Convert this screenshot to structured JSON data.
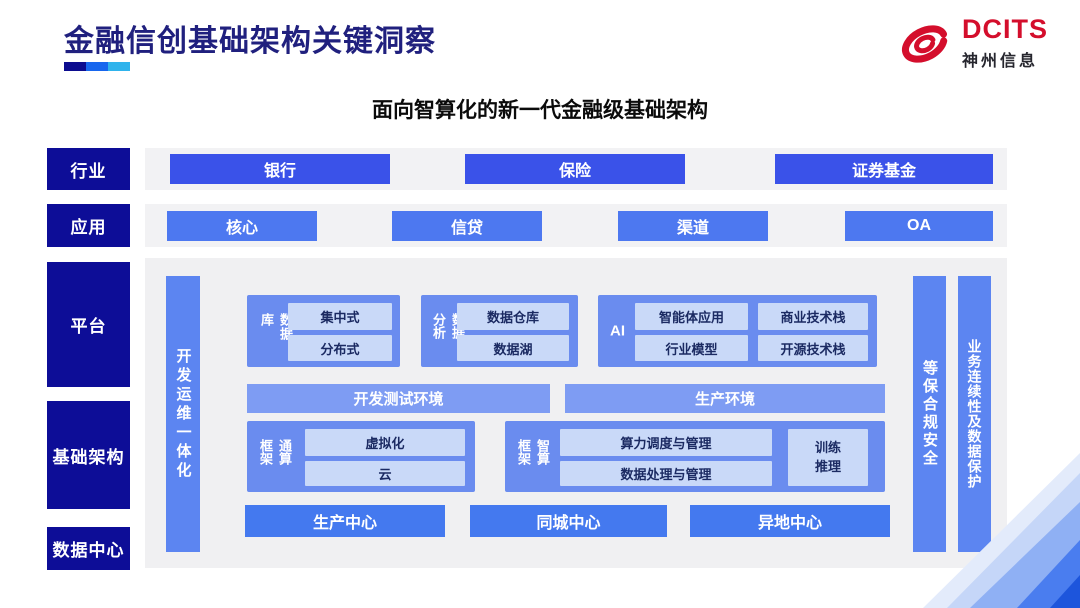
{
  "header": {
    "title": "金融信创基础架构关键洞察",
    "logo": {
      "brand": "DCITS",
      "company": "神州信息"
    }
  },
  "subtitle": "面向智算化的新一代金融级基础架构",
  "sidebar": {
    "items": [
      {
        "label": "行业"
      },
      {
        "label": "应用"
      },
      {
        "label": "平台"
      },
      {
        "label": "基础架构"
      },
      {
        "label": "数据中心"
      }
    ]
  },
  "industry_row": {
    "items": [
      "银行",
      "保险",
      "证券基金"
    ]
  },
  "application_row": {
    "items": [
      "核心",
      "信贷",
      "渠道",
      "OA"
    ]
  },
  "platform": {
    "left_bar": "开发运维一体化",
    "right_bars": [
      "等保合规安全",
      "业务连续性及数据保护"
    ],
    "groups": {
      "database": {
        "label": "数据库",
        "items": [
          "集中式",
          "分布式"
        ]
      },
      "analytics": {
        "label": "数据分析",
        "items": [
          "数据仓库",
          "数据湖"
        ]
      },
      "ai": {
        "label": "AI",
        "items": [
          "智能体应用",
          "商业技术栈",
          "行业模型",
          "开源技术栈"
        ]
      }
    },
    "env_bars": [
      "开发测试环境",
      "生产环境"
    ],
    "frameworks": {
      "general": {
        "label": "通算框架",
        "items": [
          "虚拟化",
          "云"
        ]
      },
      "intelligent": {
        "label": "智算框架",
        "items": [
          "算力调度与管理",
          "数据处理与管理"
        ],
        "side_box": "训练推理"
      }
    },
    "centers": [
      "生产中心",
      "同城中心",
      "异地中心"
    ]
  },
  "colors": {
    "title_navy": "#20207E",
    "underline": [
      "#0C0C8F",
      "#1766EE",
      "#2FB3EC"
    ],
    "logo_red": "#D40E2C",
    "sidebar_navy": "#0D0D97",
    "industry_btn": "#3A52E9",
    "application_btn": "#4D78F0",
    "panel_gray": "#F0F0F2",
    "vertical_bar": "#5C85F1",
    "group_box": "#6A8CEF",
    "env_bar": "#7E9CF3",
    "light_box": "#C9D9F8",
    "center_btn": "#4479EF",
    "deco_bands": [
      "#E3EBFB",
      "#C5D6F8",
      "#8FB0F4",
      "#4A7DEF",
      "#1D55DC"
    ]
  }
}
